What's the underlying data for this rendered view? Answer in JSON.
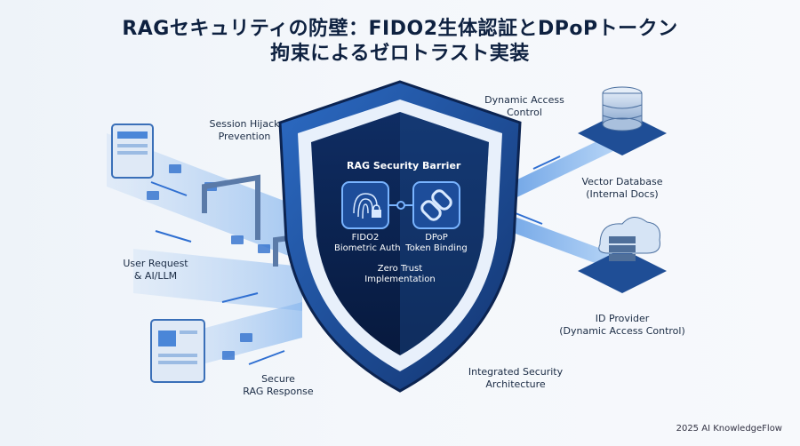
{
  "title": {
    "line1": "RAGセキュリティの防壁：FIDO2生体認証とDPoPトークン",
    "line2": "拘束によるゼロトラスト実装"
  },
  "shield": {
    "header": "RAG Security Barrier",
    "fido": {
      "line1": "FIDO2",
      "line2": "Biometric Auth"
    },
    "dpop": {
      "line1": "DPoP",
      "line2": "Token Binding"
    },
    "zero_trust": {
      "line1": "Zero Trust",
      "line2": "Implementation"
    }
  },
  "labels": {
    "session": {
      "line1": "Session Hijack",
      "line2": "Prevention"
    },
    "user_request": {
      "line1": "User Request",
      "line2": "& AI/LLM"
    },
    "secure_response": {
      "line1": "Secure",
      "line2": "RAG Response"
    },
    "dynamic_access": {
      "line1": "Dynamic Access",
      "line2": "Control"
    },
    "vector_db": {
      "line1": "Vector Database",
      "line2": "(Internal Docs)"
    },
    "id_provider": {
      "line1": "ID Provider",
      "line2": "(Dynamic Access Control)"
    },
    "integrated": {
      "line1": "Integrated Security",
      "line2": "Architecture"
    }
  },
  "footer": "2025 AI KnowledgeFlow",
  "colors": {
    "navy": "#0e2a5c",
    "blue": "#1e5bb8",
    "light_blue": "#4a90e2",
    "glow": "#6fc3ff"
  }
}
